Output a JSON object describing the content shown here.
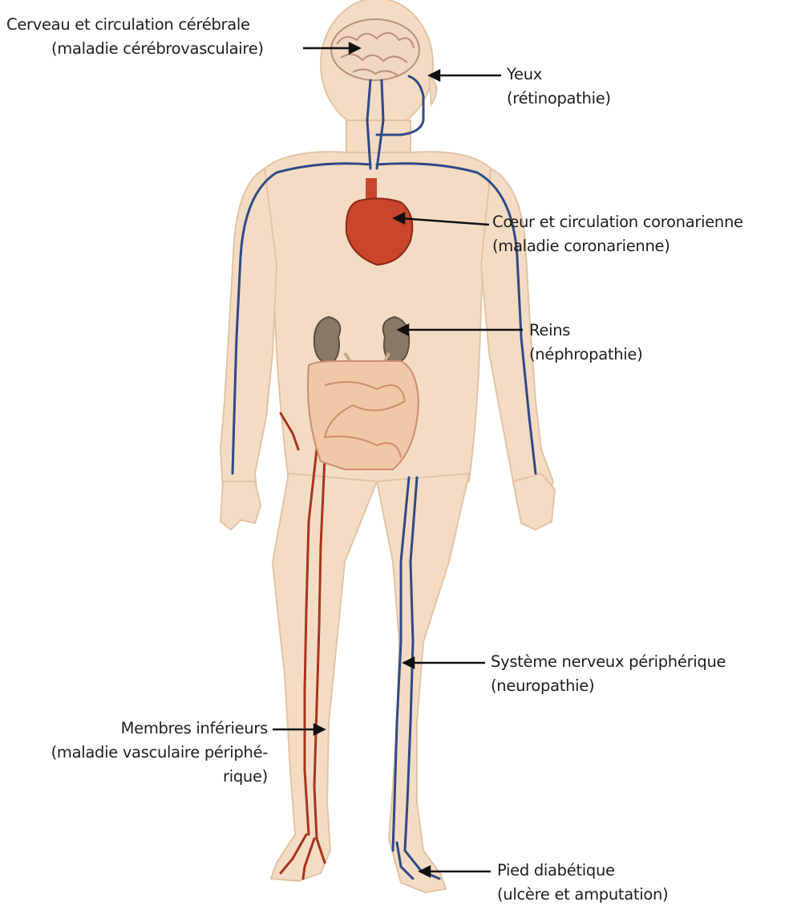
{
  "colors": {
    "skin": "#f4dcc4",
    "skin_outline": "#e3c3a4",
    "vein": "#2f4a86",
    "artery": "#a8341e",
    "heart": "#c9452c",
    "kidney": "#8a7866",
    "intestine": "#efc7a6",
    "brain": "#f1d7c2",
    "arrow": "#111111"
  },
  "labels": {
    "brain": {
      "line1": "Cerveau et circulation cérébrale",
      "line2": "(maladie cérébrovasculaire)"
    },
    "eyes": {
      "line1": "Yeux",
      "line2": "(rétinopathie)"
    },
    "heart": {
      "line1": "Cœur et circulation coronarienne",
      "line2": "(maladie coronarienne)"
    },
    "kidneys": {
      "line1": "Reins",
      "line2": "(néphropathie)"
    },
    "nerves": {
      "line1": "Système nerveux périphérique",
      "line2": "(neuropathie)"
    },
    "legs": {
      "line1": "Membres inférieurs",
      "line2": "(maladie vasculaire périphé-",
      "line3": "rique)"
    },
    "foot": {
      "line1": "Pied diabétique",
      "line2": "(ulcère et amputation)"
    }
  }
}
